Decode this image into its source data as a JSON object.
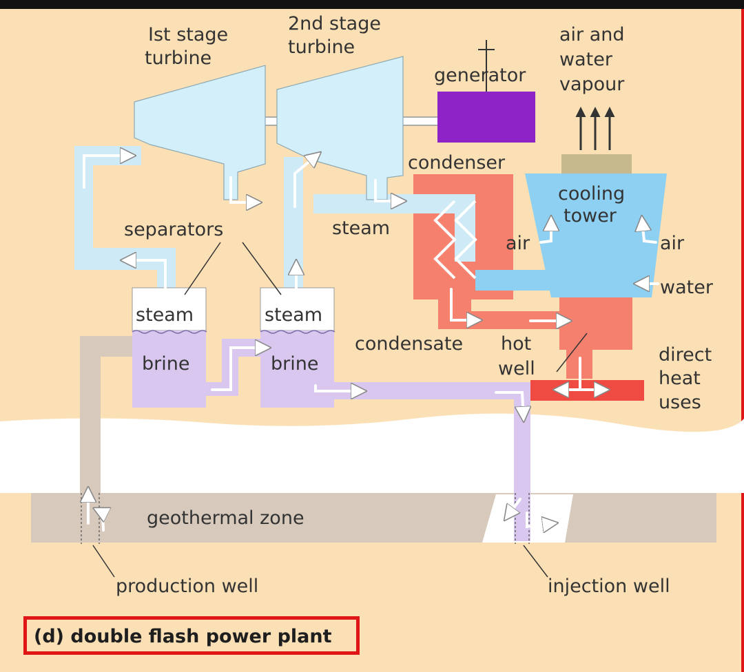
{
  "labels": {
    "turbine1_line1": "Ist stage",
    "turbine1_line2": "turbine",
    "turbine2_line1": "2nd stage",
    "turbine2_line2": "turbine",
    "generator": "generator",
    "airvapour_line1": "air and",
    "airvapour_line2": "water",
    "airvapour_line3": "vapour",
    "condenser": "condenser",
    "cooling_line1": "cooling",
    "cooling_line2": "tower",
    "separators": "separators",
    "steam_pipe": "steam",
    "air_left": "air",
    "air_right": "air",
    "water": "water",
    "steam_sep1": "steam",
    "steam_sep2": "steam",
    "brine_sep1": "brine",
    "brine_sep2": "brine",
    "condensate": "condensate",
    "hotwell_line1": "hot",
    "hotwell_line2": "well",
    "direct_line1": "direct",
    "direct_line2": "heat",
    "direct_line3": "uses",
    "geothermal_zone": "geothermal zone",
    "production_well": "production well",
    "injection_well": "injection well"
  },
  "caption": "(d) double flash power plant",
  "colors": {
    "background": "#fbe0b5",
    "steam": "#cfeaf7",
    "brine": "#d9c7f0",
    "turbine": "#d3f0fa",
    "generator": "#8e24c7",
    "condenser": "#f4806d",
    "cooling_tower": "#8dd0f2",
    "hot_well": "#ef4b43",
    "geothermal": "#d7cabd",
    "highlight": "#e01616"
  }
}
